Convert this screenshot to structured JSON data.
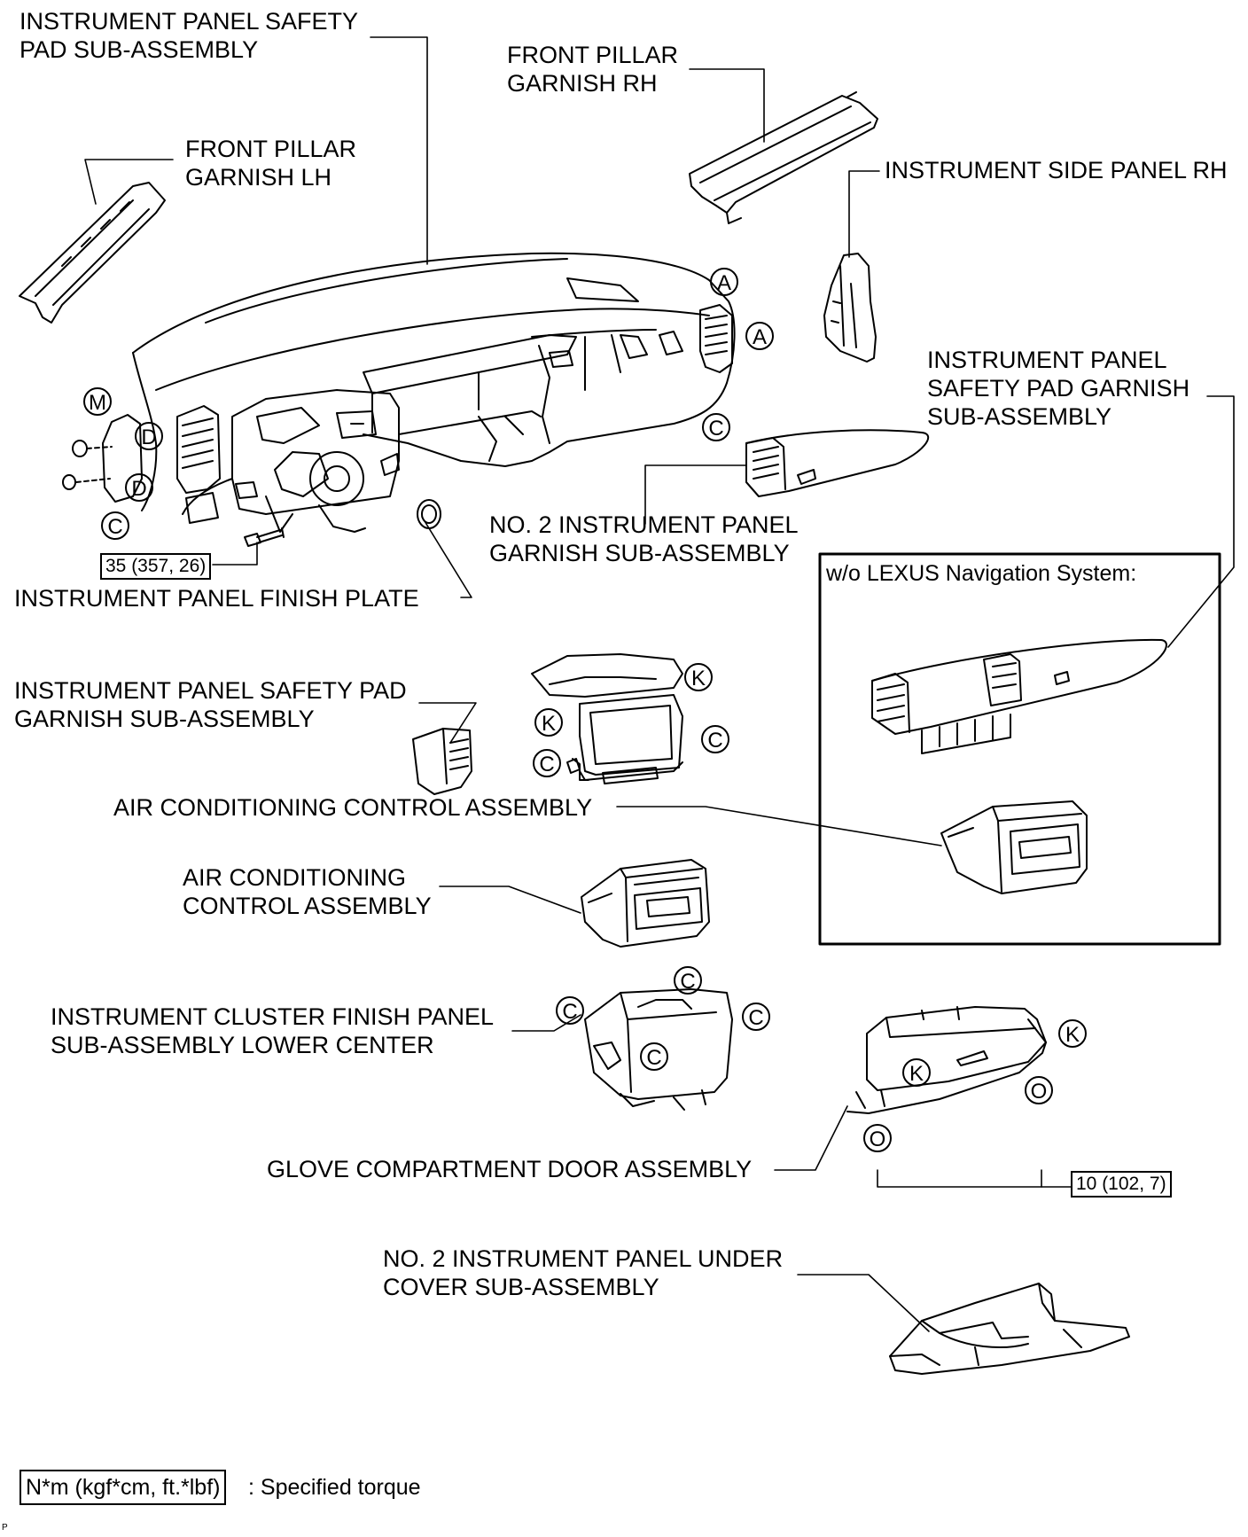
{
  "labels": {
    "safety_pad": "INSTRUMENT PANEL SAFETY\nPAD SUB-ASSEMBLY",
    "pillar_rh": "FRONT PILLAR\nGARNISH RH",
    "pillar_lh": "FRONT PILLAR\nGARNISH LH",
    "side_panel_rh": "INSTRUMENT SIDE PANEL RH",
    "pad_garnish_right": "INSTRUMENT PANEL\nSAFETY PAD GARNISH\nSUB-ASSEMBLY",
    "no2_garnish": "NO. 2 INSTRUMENT PANEL\nGARNISH SUB-ASSEMBLY",
    "finish_plate": "INSTRUMENT PANEL FINISH PLATE",
    "pad_garnish_left": "INSTRUMENT PANEL SAFETY PAD\nGARNISH SUB-ASSEMBLY",
    "ac_control_1": "AIR CONDITIONING CONTROL ASSEMBLY",
    "ac_control_2": "AIR CONDITIONING\nCONTROL ASSEMBLY",
    "cluster_finish": "INSTRUMENT CLUSTER FINISH PANEL\nSUB-ASSEMBLY LOWER CENTER",
    "glove_door": "GLOVE COMPARTMENT DOOR ASSEMBLY",
    "under_cover": "NO. 2 INSTRUMENT PANEL UNDER\nCOVER SUB-ASSEMBLY"
  },
  "inset": {
    "title": "w/o LEXUS Navigation System:"
  },
  "torques": {
    "bolt_left": "35 (357, 26)",
    "glove": "10 (102, 7)"
  },
  "legend": {
    "box": "N*m (kgf*cm, ft.*lbf)",
    "text": ": Specified torque"
  },
  "refs": {
    "A": "A",
    "C": "C",
    "D": "D",
    "K": "K",
    "M": "M",
    "O": "O"
  },
  "corner_letter": "P"
}
